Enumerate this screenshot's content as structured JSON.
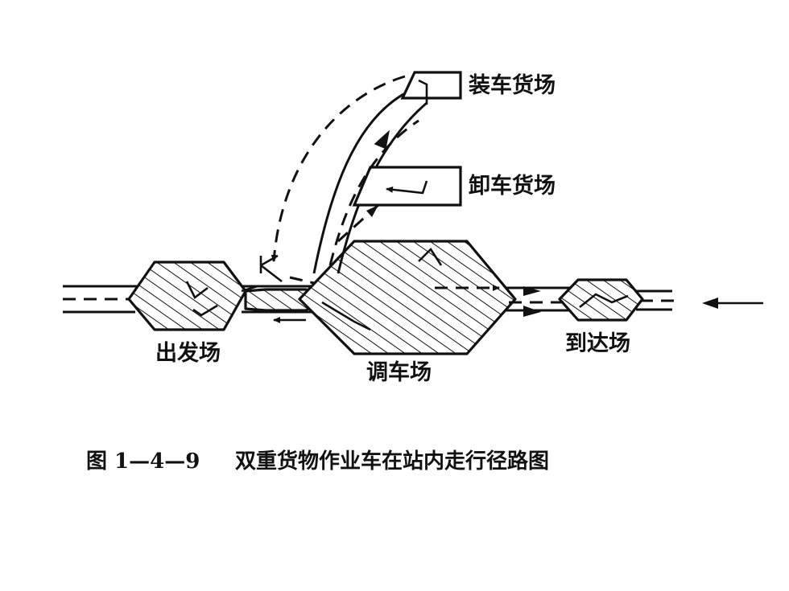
{
  "labels": {
    "loading_yard": "装车货场",
    "unloading_yard": "卸车货场",
    "departure_yard": "出发场",
    "marshalling_yard": "调车场",
    "arrival_yard": "到达场"
  },
  "caption": {
    "number": "图 1—4—9",
    "text": "双重货物作业车在站内走行径路图"
  }
}
